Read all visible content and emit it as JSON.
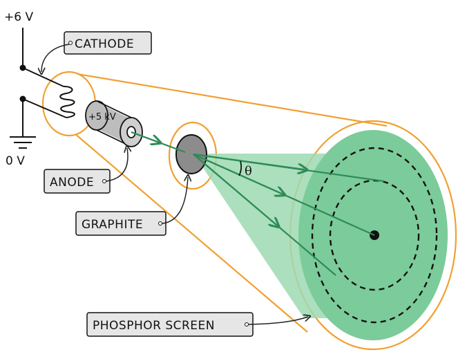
{
  "labels": {
    "cathode": "CATHODE",
    "anode": "ANODE",
    "graphite": "GRAPHITE",
    "phosphor_screen": "PHOSPHOR SCREEN"
  },
  "voltages": {
    "top": "+6 V",
    "ground": "0 V",
    "anode": "+5 kV"
  },
  "angle_symbol": "θ",
  "colors": {
    "tube_outline": "#F0A030",
    "beam": "#2E8B57",
    "cone_fill": "#9ED9B2",
    "screen_fill": "#7CCB9A",
    "label_box": "#E6E6E6",
    "anode_body": "#BDBDBD",
    "graphite_disc": "#8C8C8C"
  }
}
